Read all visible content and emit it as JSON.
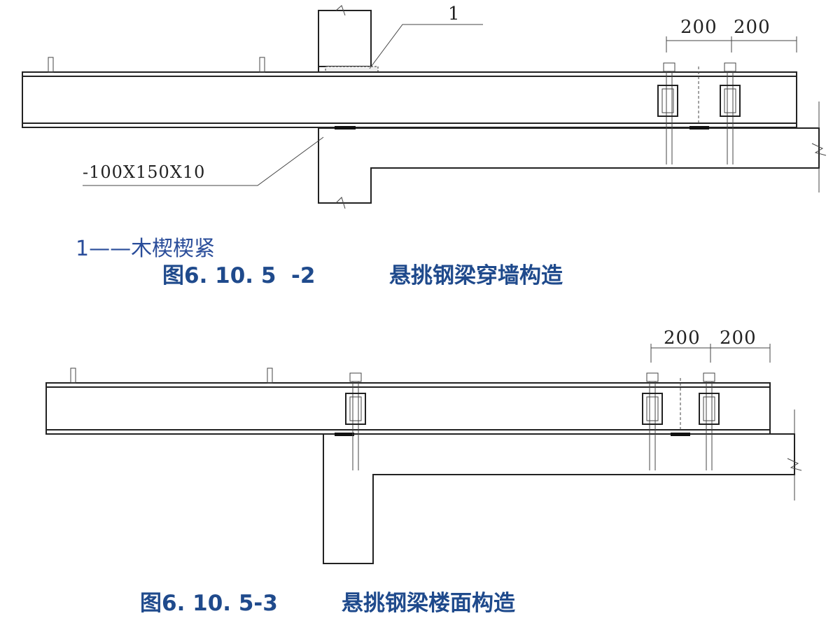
{
  "figure1": {
    "leader_label": "1",
    "dimensions": [
      "200",
      "200"
    ],
    "plate_label": "-100X150X10",
    "legend": "1——木楔楔紧",
    "caption_number": "图6. 10. 5  -2",
    "caption_title": "悬挑钢梁穿墙构造"
  },
  "figure2": {
    "dimensions": [
      "200",
      "200"
    ],
    "caption_number": "图6. 10. 5-3",
    "caption_title": "悬挑钢梁楼面构造"
  }
}
